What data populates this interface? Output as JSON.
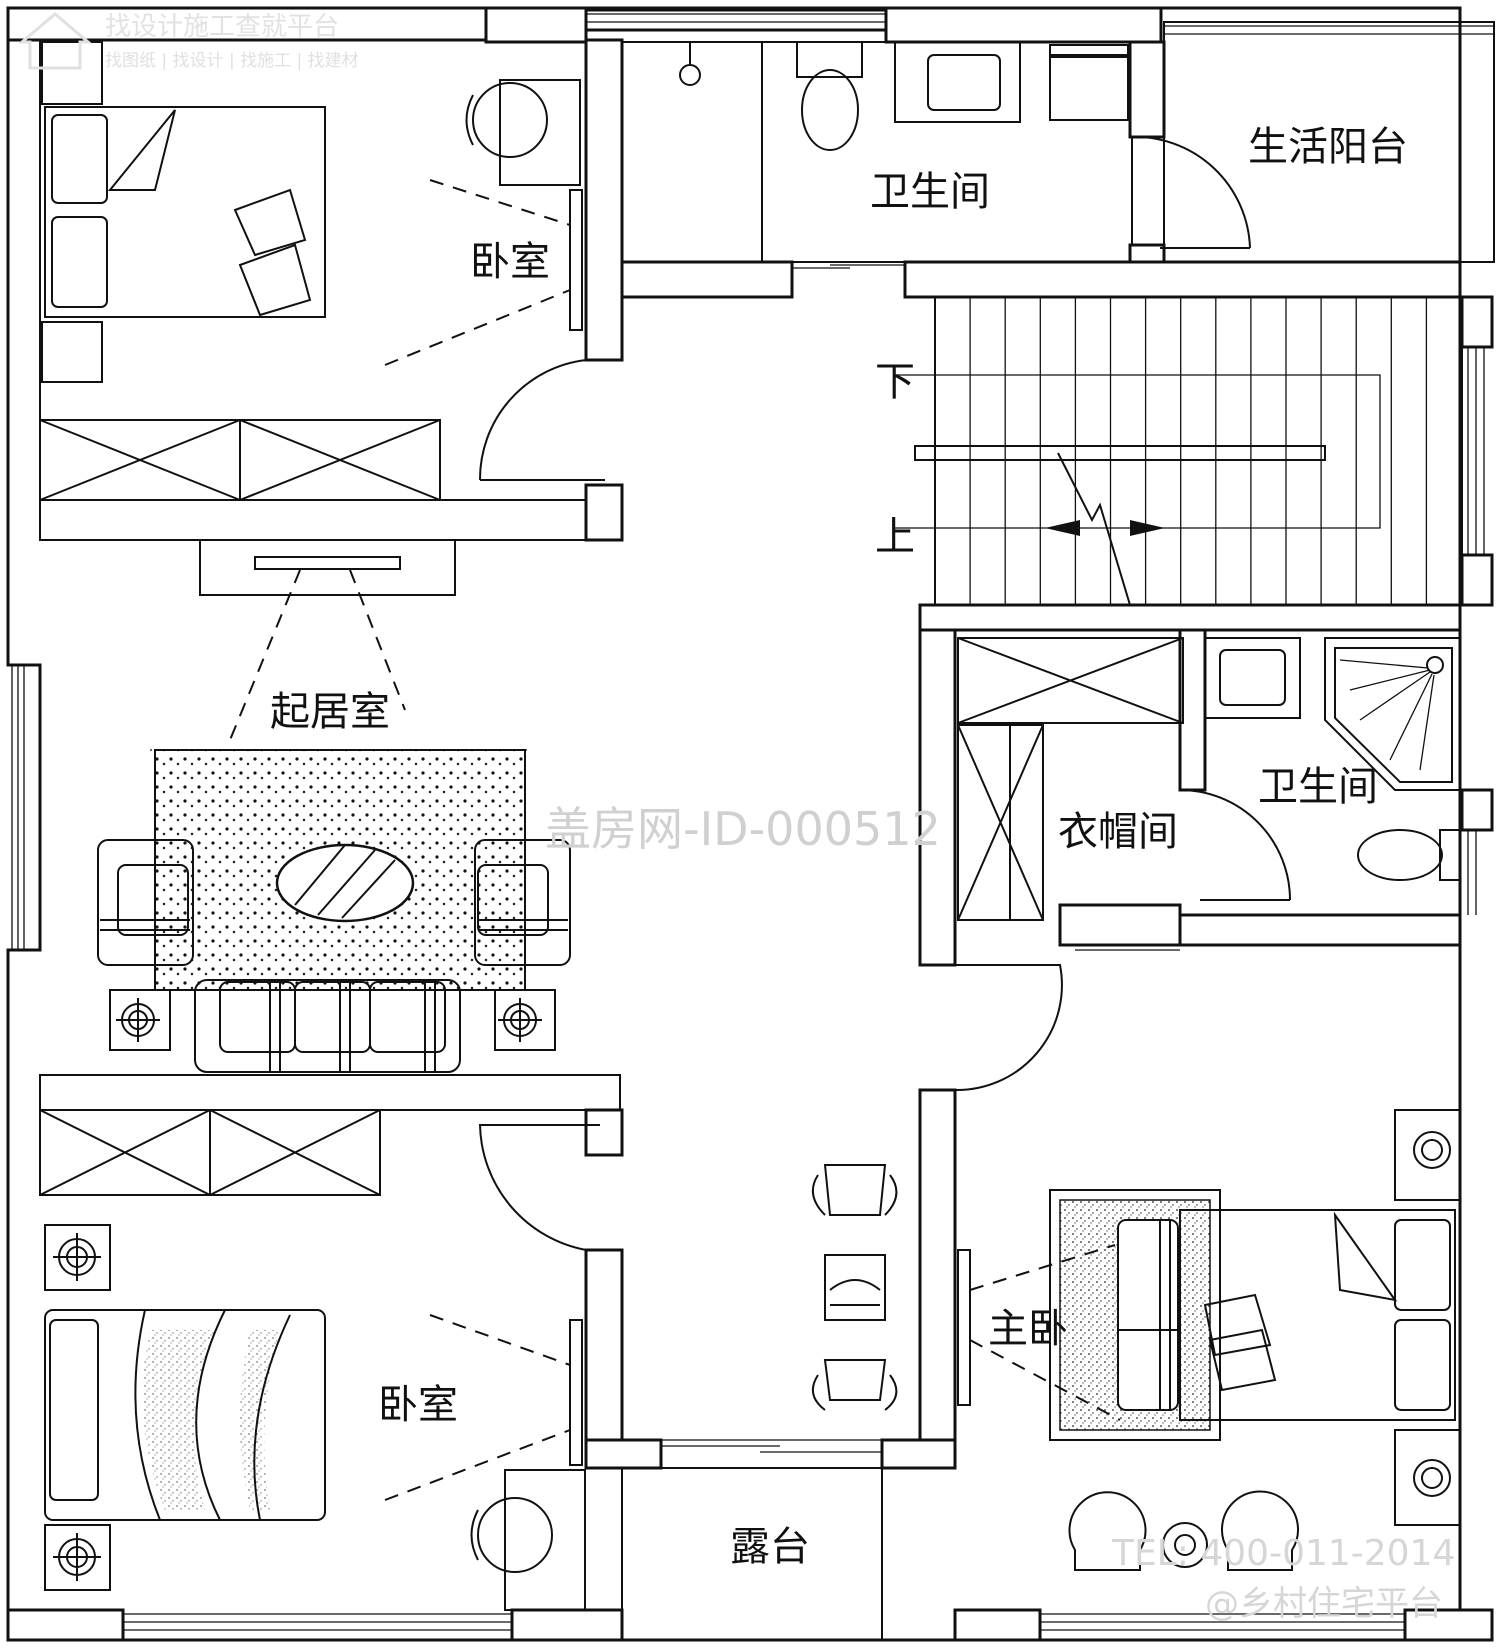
{
  "plan": {
    "rooms": {
      "bedroom_top": "卧室",
      "bathroom_top": "卫生间",
      "utility_balcony": "生活阳台",
      "living_room": "起居室",
      "cloakroom": "衣帽间",
      "bathroom_ensuite": "卫生间",
      "bedroom_bottom": "卧室",
      "master_bedroom": "主卧",
      "terrace": "露台"
    },
    "stairs": {
      "down": "下",
      "up": "上"
    }
  },
  "watermarks": {
    "top_title": "找设计施工查就平台",
    "top_subtitle": "找图纸 | 找设计 | 找施工 | 找建材",
    "center_id": "盖房网-ID-000512",
    "phone": "TEL: 400-011-2014",
    "brand": "@乡村住宅平台"
  }
}
